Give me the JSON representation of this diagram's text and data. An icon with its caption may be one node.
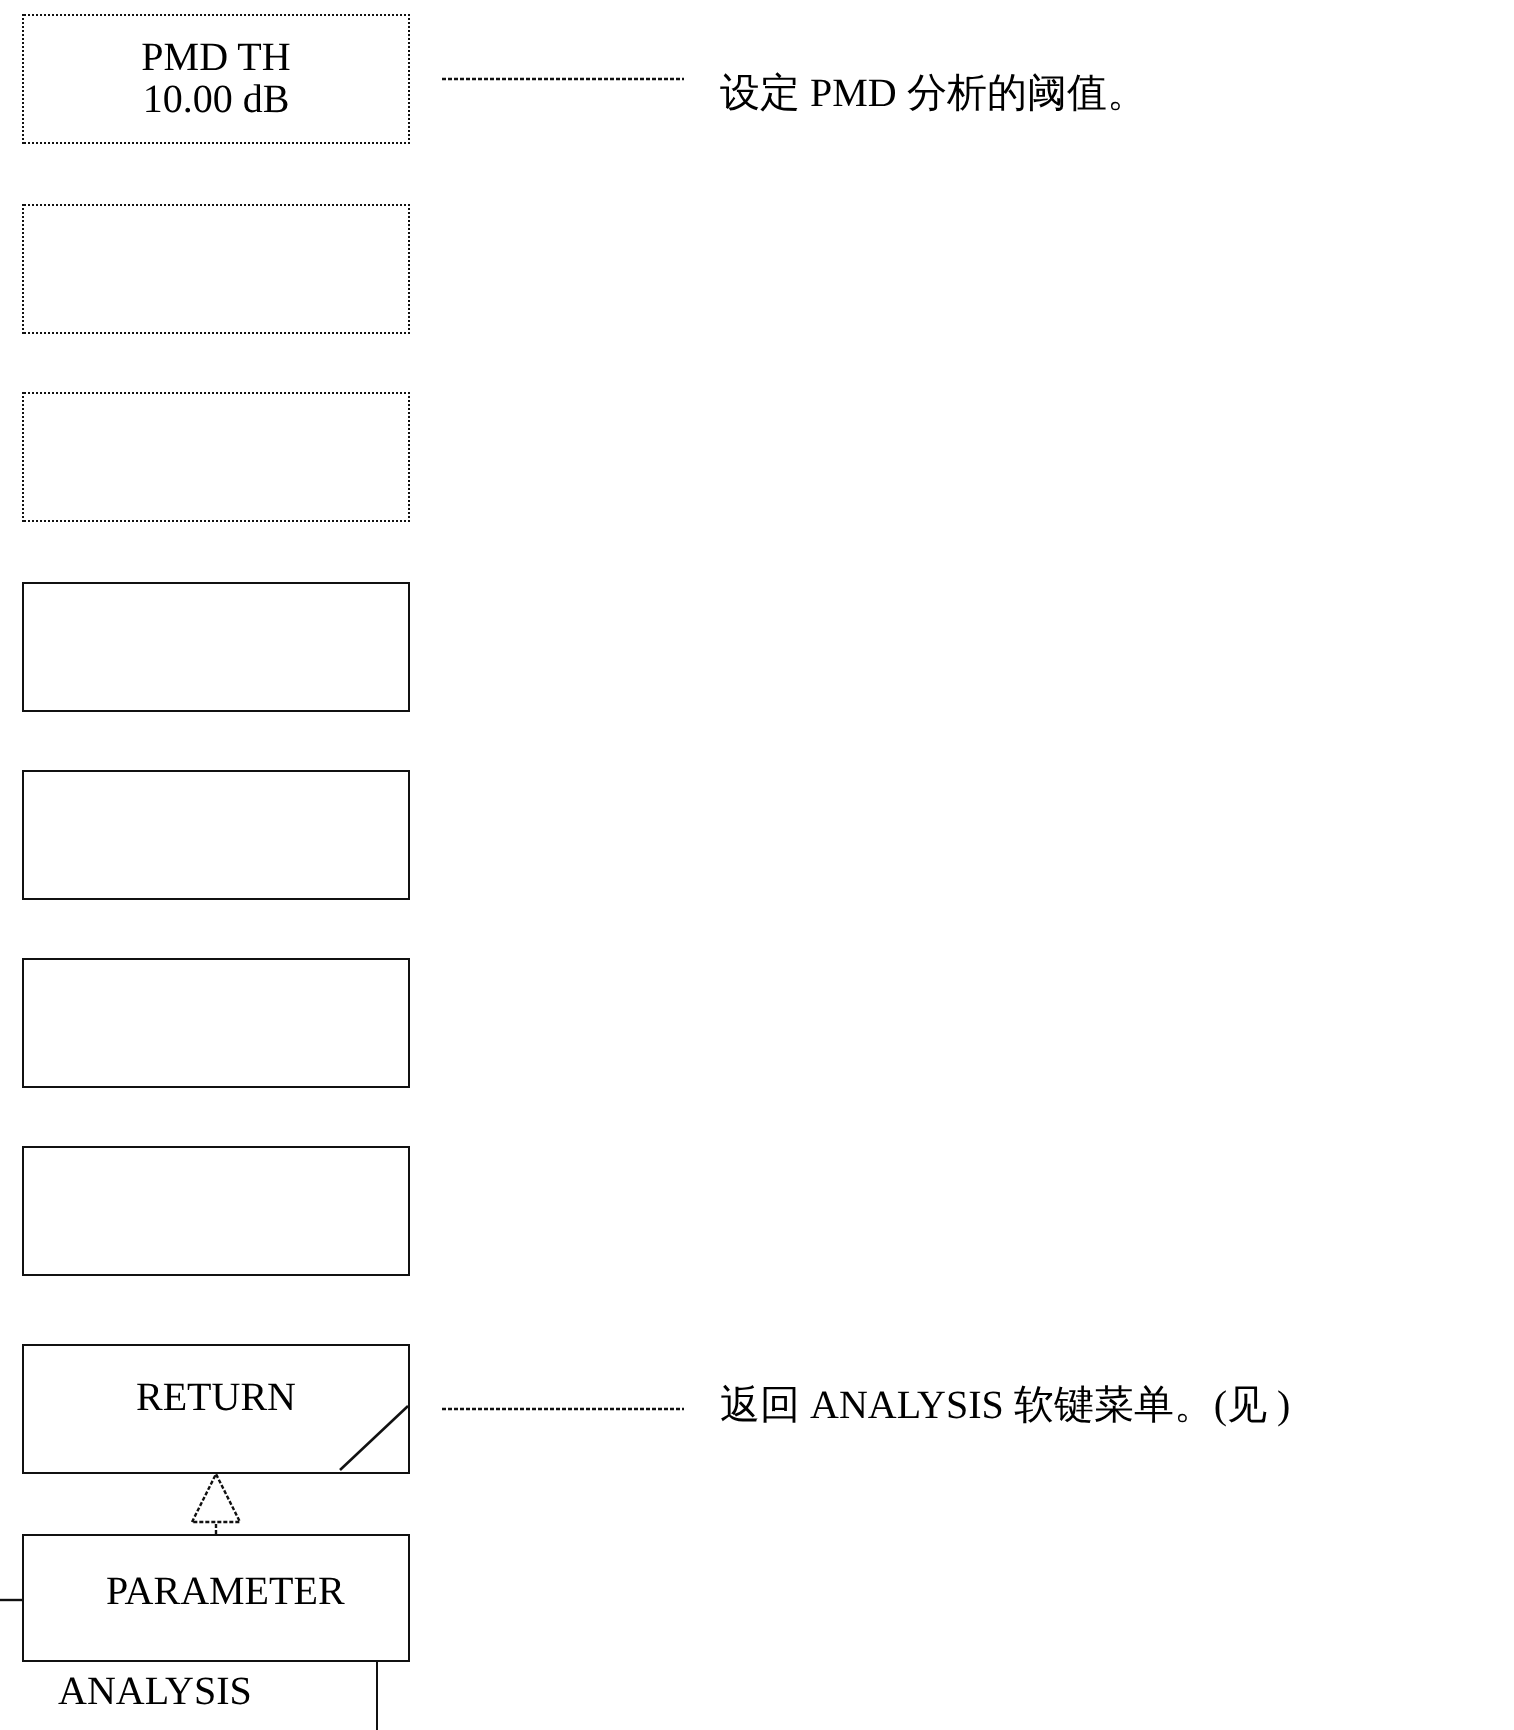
{
  "diagram": {
    "nodes": [
      {
        "text": [
          "PMD TH 10.00 dB"
        ]
      },
      {
        "text": [],
        "shape": "box"
      },
      {
        "text": [],
        "shape": "box"
      },
      {
        "text": [],
        "shape": "box"
      },
      {
        "text": [],
        "shape": "box"
      },
      {
        "text": [],
        "shape": "box"
      },
      {
        "text": [],
        "shape": "box"
      },
      {
        "text": [
          "RETURN"
        ]
      },
      {
        "text": [
          "PARAMETER"
        ]
      },
      {
        "text": [
          "ANALYSIS"
        ]
      },
      {
        "text": [
          "设定 PMD 分析的阈值。"
        ]
      },
      {
        "text": [
          "返回 ANALYSIS 软键菜单。(见 )"
        ]
      }
    ],
    "edges": [
      {
        "from": 0,
        "to": 10,
        "arrow": "none",
        "style": "dashed"
      },
      {
        "from": 7,
        "to": 11,
        "arrow": "none",
        "style": "dashed"
      },
      {
        "from": 8,
        "to": 7,
        "arrow": "to",
        "style": "dashed"
      },
      {
        "from": null,
        "to": 8,
        "arrow": "none"
      }
    ]
  }
}
